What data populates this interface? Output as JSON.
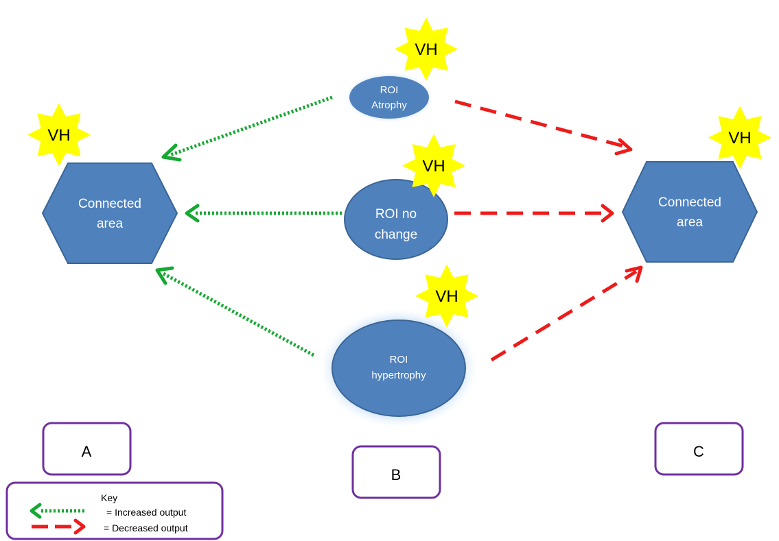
{
  "colors": {
    "node_fill": "#4f81bd",
    "node_stroke": "#3a6595",
    "star_fill": "#ffff00",
    "increase_arrow": "#16a832",
    "decrease_arrow": "#ee1b1b",
    "box_stroke": "#7030a0"
  },
  "vh_label": "VH",
  "nodes": {
    "left_area": {
      "line1": "Connected",
      "line2": "area"
    },
    "right_area": {
      "line1": "Connected",
      "line2": "area"
    },
    "roi_atrophy": {
      "line1": "ROI",
      "line2": "Atrophy"
    },
    "roi_no_change": {
      "line1": "ROI no",
      "line2": "change"
    },
    "roi_hypertrophy": {
      "line1": "ROI",
      "line2": "hypertrophy"
    }
  },
  "panel_labels": {
    "a": "A",
    "b": "B",
    "c": "C"
  },
  "key": {
    "title": "Key",
    "increased": "= Increased output",
    "decreased": "= Decreased output"
  }
}
